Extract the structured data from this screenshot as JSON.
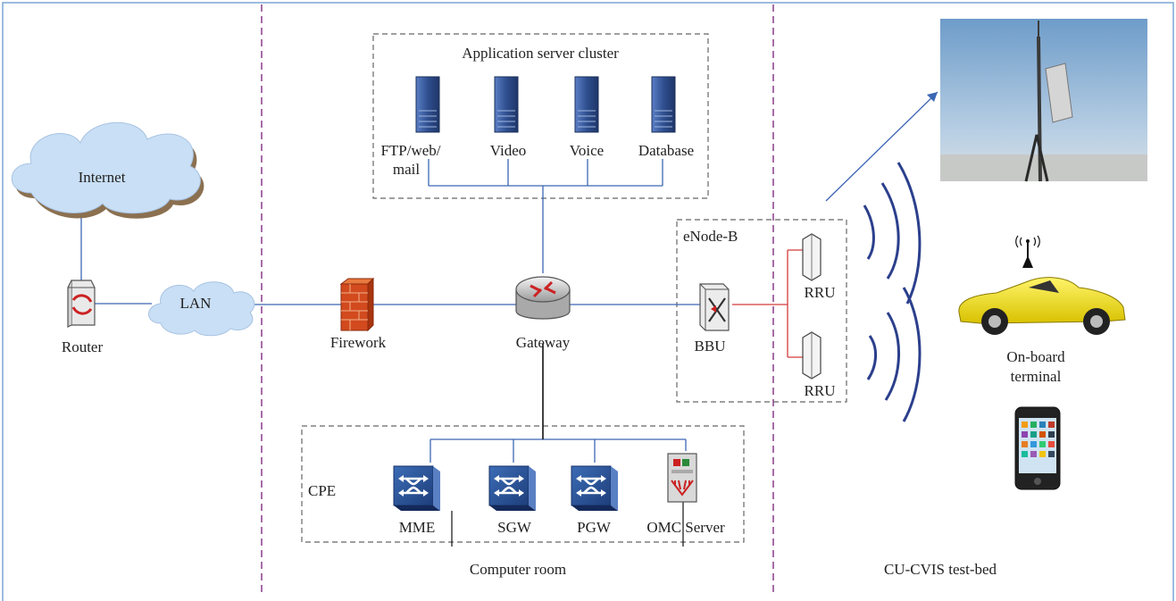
{
  "zones": {
    "computer_room": "Computer room",
    "test_bed": "CU-CVIS test-bed"
  },
  "cluster": {
    "title": "Application server cluster",
    "servers": [
      {
        "label_lines": [
          "FTP/web/",
          "mail"
        ],
        "icon": "server-rack-icon"
      },
      {
        "label_lines": [
          "Video"
        ],
        "icon": "server-rack-icon"
      },
      {
        "label_lines": [
          "Voice"
        ],
        "icon": "server-rack-icon"
      },
      {
        "label_lines": [
          "Database"
        ],
        "icon": "server-rack-icon"
      }
    ]
  },
  "internet": {
    "label": "Internet",
    "icon": "cloud-icon"
  },
  "router": {
    "label": "Router",
    "icon": "router-icon"
  },
  "lan": {
    "label": "LAN",
    "icon": "cloud-icon"
  },
  "firewall": {
    "label": "Firework",
    "icon": "firewall-icon"
  },
  "gateway": {
    "label": "Gateway",
    "icon": "gateway-router-icon"
  },
  "enodeb": {
    "title": "eNode-B",
    "bbu": "BBU",
    "rru_top": "RRU",
    "rru_bottom": "RRU"
  },
  "cpe": {
    "title": "CPE",
    "mme": "MME",
    "sgw": "SGW",
    "pgw": "PGW",
    "omc": "OMC Server"
  },
  "terminal": {
    "label_lines": [
      "On-board",
      "terminal"
    ],
    "icon": "car-icon"
  },
  "phone": {
    "icon": "smartphone-icon"
  },
  "colors": {
    "frame": "#7aa6d6",
    "zone_divider": "#8a3d8a",
    "link": "#3c66b4",
    "red_link": "#d43a3a",
    "server": "#2f4f8f",
    "switch": "#2d5597",
    "cloud": "#c9dff5",
    "car": "#f3e11a"
  }
}
